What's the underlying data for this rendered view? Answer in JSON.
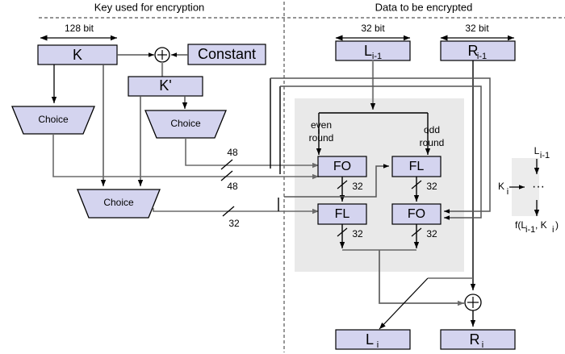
{
  "headers": {
    "left": "Key used for encryption",
    "right": "Data to be encrypted"
  },
  "colors": {
    "box_fill": "#d4d4ef",
    "box_stroke": "#000000",
    "grey_panel": "#e9e9e9",
    "wire_dark": "#000000",
    "wire_grey": "#808080",
    "background": "#ffffff"
  },
  "key_side": {
    "width_label": "128 bit",
    "key_box": "K",
    "constant_box": "Constant",
    "xor_symbol": "⊕",
    "kprime_box": "K'",
    "choice_top_left": "Choice",
    "choice_top_right": "Choice",
    "choice_bottom": "Choice",
    "bus_labels": [
      "48",
      "48",
      "32"
    ]
  },
  "data_side": {
    "width_label_left": "32 bit",
    "width_label_right": "32 bit",
    "input_left": {
      "base": "L",
      "sub": "i-1"
    },
    "input_right": {
      "base": "R",
      "sub": "i-1"
    },
    "round_label_even": [
      "even",
      "round"
    ],
    "round_label_odd": [
      "odd",
      "round"
    ],
    "functions": {
      "top_left": "FO",
      "top_right": "FL",
      "bottom_left": "FL",
      "bottom_right": "FO"
    },
    "bus_labels": [
      "32",
      "32",
      "32",
      "32"
    ],
    "xor_symbol": "⊕",
    "output_left": {
      "base": "L",
      "sub": "i"
    },
    "output_right": {
      "base": "R",
      "sub": "i"
    }
  },
  "legend": {
    "input": {
      "base": "L",
      "sub": "i-1"
    },
    "key_input": {
      "base": "K",
      "sub": "i"
    },
    "ellipsis": "···",
    "output": "f(L",
    "output_sub1": "i-1",
    "output_mid": ", K",
    "output_sub2": "i",
    "output_end": ")"
  }
}
